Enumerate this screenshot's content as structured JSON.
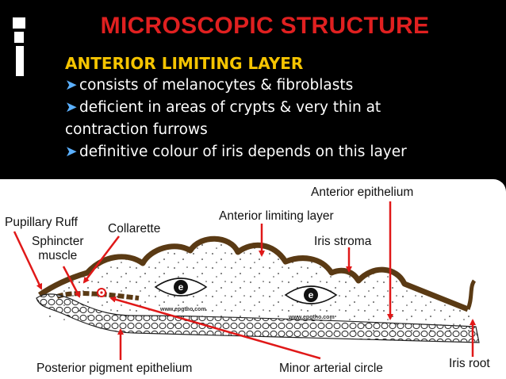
{
  "slide": {
    "title": "MICROSCOPIC STRUCTURE",
    "subheading": "ANTERIOR LIMITING LAYER",
    "bullets": [
      "consists of melanocytes & fibroblasts",
      "deficient in areas of crypts & very thin at",
      "contraction furrows",
      "definitive colour of iris depends on this layer"
    ]
  },
  "diagram": {
    "labels": {
      "anterior_epithelium": "Anterior epithelium",
      "pupillary_ruff": "Pupillary Ruff",
      "collarette": "Collarette",
      "anterior_limiting_layer": "Anterior limiting layer",
      "sphincter_muscle_1": "Sphincter",
      "sphincter_muscle_2": "muscle",
      "iris_stroma": "Iris stroma",
      "posterior_pigment_epithelium": "Posterior pigment epithelium",
      "minor_arterial_circle": "Minor arterial circle",
      "iris_root": "Iris root"
    },
    "watermark": "www.epgtho.com",
    "eye_logo_letter": "e"
  },
  "colors": {
    "title_red": "#e02020",
    "subheading_yellow": "#f5c400",
    "bullet_blue": "#5bb0ff",
    "arrow_red": "#e01818",
    "layer_brown": "#5a3a14"
  }
}
